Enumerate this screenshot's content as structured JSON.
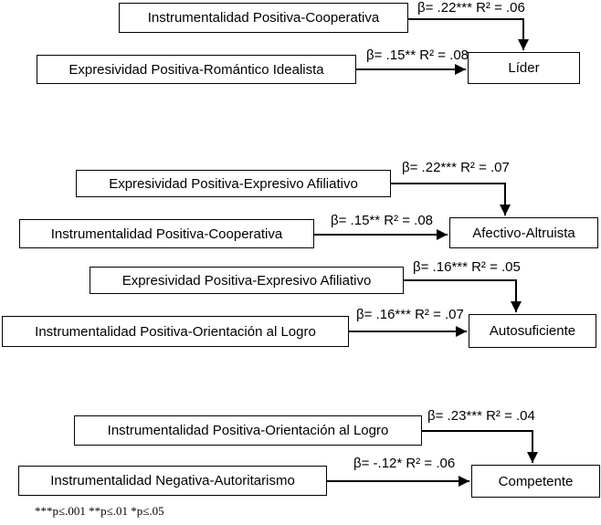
{
  "diagram": {
    "title_hint": "path model: gender-role traits predicting leadership styles",
    "colors": {
      "line": "#000000",
      "box_border": "#000000",
      "background": "#ffffff",
      "text": "#000000"
    },
    "sections": [
      {
        "top_predictor": "Instrumentalidad Positiva-Cooperativa",
        "top_coef": "β= .22*** R² = .06",
        "bottom_predictor": "Expresividad Positiva-Romántico Idealista",
        "bottom_coef": "β= .15** R² = .08",
        "outcome": "Líder"
      },
      {
        "top_predictor": "Expresividad Positiva-Expresivo Afiliativo",
        "top_coef": "β= .22*** R² = .07",
        "bottom_predictor": "Instrumentalidad Positiva-Cooperativa",
        "bottom_coef": "β= .15** R² = .08",
        "outcome": "Afectivo-Altruista"
      },
      {
        "top_predictor": "Expresividad Positiva-Expresivo Afiliativo",
        "top_coef": "β= .16*** R² = .05",
        "bottom_predictor": "Instrumentalidad Positiva-Orientación al Logro",
        "bottom_coef": "β= .16*** R² = .07",
        "outcome": "Autosuficiente"
      },
      {
        "top_predictor": "Instrumentalidad Positiva-Orientación al Logro",
        "top_coef": "β= .23*** R² = .04",
        "bottom_predictor": "Instrumentalidad Negativa-Autoritarismo",
        "bottom_coef": "β= -.12* R² = .06",
        "outcome": "Competente"
      }
    ],
    "footnote": "***p≤.001 **p≤.01 *p≤.05"
  }
}
